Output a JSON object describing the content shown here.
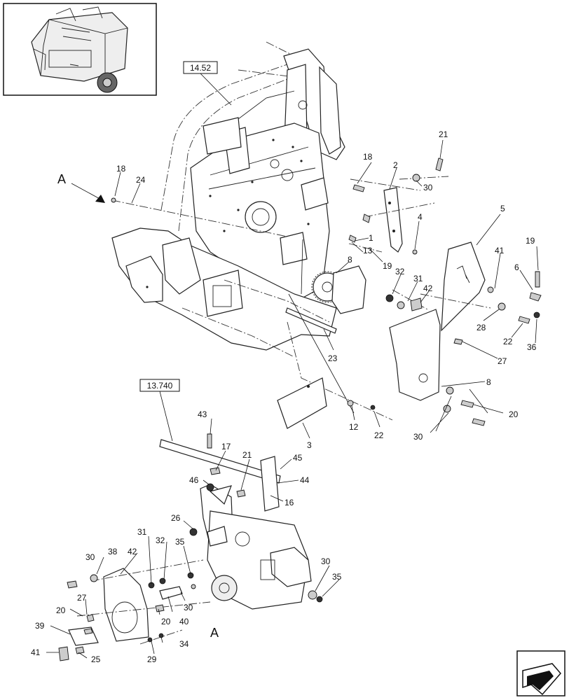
{
  "view_markers": {
    "arrow_label": "A",
    "bottom_label": "A"
  },
  "ref_boxes": {
    "upper": "14.52",
    "lower": "13.740"
  },
  "callouts": [
    {
      "id": "c1",
      "text": "21"
    },
    {
      "id": "c2",
      "text": "18"
    },
    {
      "id": "c3",
      "text": "2"
    },
    {
      "id": "c4",
      "text": "30"
    },
    {
      "id": "c5",
      "text": "18"
    },
    {
      "id": "c6",
      "text": "24"
    },
    {
      "id": "c7",
      "text": "4"
    },
    {
      "id": "c8",
      "text": "5"
    },
    {
      "id": "c9",
      "text": "19"
    },
    {
      "id": "c10",
      "text": "1"
    },
    {
      "id": "c11",
      "text": "13"
    },
    {
      "id": "c12",
      "text": "19"
    },
    {
      "id": "c13",
      "text": "8"
    },
    {
      "id": "c14",
      "text": "41"
    },
    {
      "id": "c15",
      "text": "32"
    },
    {
      "id": "c16",
      "text": "31"
    },
    {
      "id": "c17",
      "text": "42"
    },
    {
      "id": "c18",
      "text": "6"
    },
    {
      "id": "c19",
      "text": "28"
    },
    {
      "id": "c20",
      "text": "22"
    },
    {
      "id": "c21",
      "text": "36"
    },
    {
      "id": "c22",
      "text": "23"
    },
    {
      "id": "c23",
      "text": "27"
    },
    {
      "id": "c24",
      "text": "8"
    },
    {
      "id": "c25",
      "text": "20"
    },
    {
      "id": "c26",
      "text": "30"
    },
    {
      "id": "c27",
      "text": "12"
    },
    {
      "id": "c28",
      "text": "22"
    },
    {
      "id": "c29",
      "text": "3"
    },
    {
      "id": "c30",
      "text": "43"
    },
    {
      "id": "c31",
      "text": "17"
    },
    {
      "id": "c32",
      "text": "21"
    },
    {
      "id": "c33",
      "text": "45"
    },
    {
      "id": "c34",
      "text": "44"
    },
    {
      "id": "c35",
      "text": "46"
    },
    {
      "id": "c36",
      "text": "16"
    },
    {
      "id": "c37",
      "text": "26"
    },
    {
      "id": "c38",
      "text": "31"
    },
    {
      "id": "c39",
      "text": "32"
    },
    {
      "id": "c40",
      "text": "38"
    },
    {
      "id": "c41",
      "text": "42"
    },
    {
      "id": "c42",
      "text": "35"
    },
    {
      "id": "c43",
      "text": "30"
    },
    {
      "id": "c44",
      "text": "30"
    },
    {
      "id": "c45",
      "text": "35"
    },
    {
      "id": "c46",
      "text": "27"
    },
    {
      "id": "c47",
      "text": "20"
    },
    {
      "id": "c48",
      "text": "30"
    },
    {
      "id": "c49",
      "text": "20"
    },
    {
      "id": "c50",
      "text": "40"
    },
    {
      "id": "c51",
      "text": "39"
    },
    {
      "id": "c52",
      "text": "41"
    },
    {
      "id": "c53",
      "text": "25"
    },
    {
      "id": "c54",
      "text": "29"
    },
    {
      "id": "c55",
      "text": "34"
    }
  ],
  "icons": {
    "thumbnail": "round-baler-thumbnail-icon",
    "navigation": "next-page-arrow-icon"
  }
}
